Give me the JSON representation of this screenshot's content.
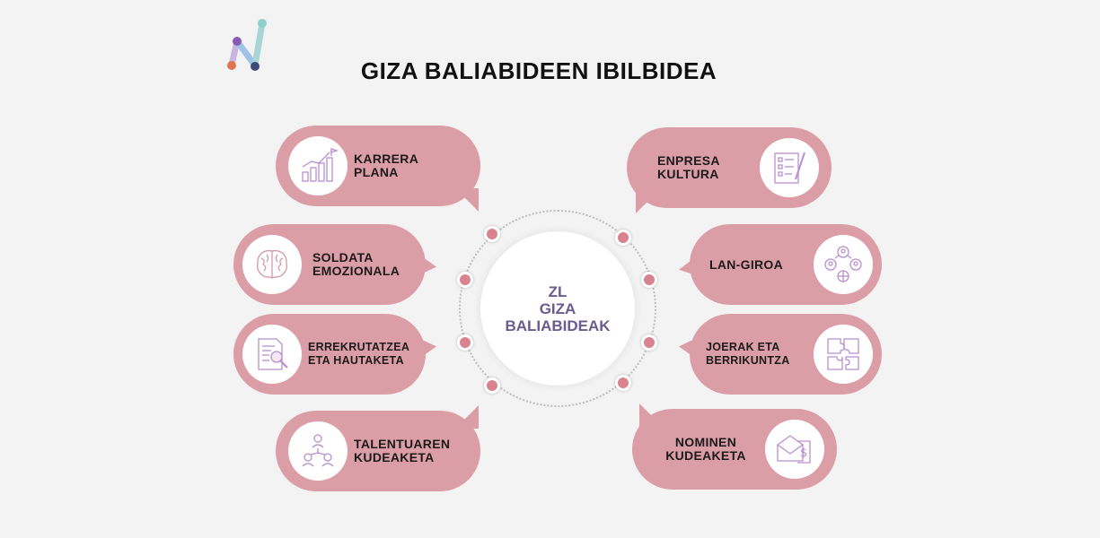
{
  "title": "GIZA BALIABIDEEN IBILBIDEA",
  "center": {
    "line1": "ZL",
    "line2": "GIZA",
    "line3": "BALIABIDEAK"
  },
  "left_items": [
    {
      "line1": "KARRERA",
      "line2": "PLANA",
      "icon": "growth-chart-icon"
    },
    {
      "line1": "SOLDATA",
      "line2": "EMOZIONALA",
      "icon": "brain-icon"
    },
    {
      "line1": "ERREKRUTATZEA",
      "line2": "ETA HAUTAKETA",
      "icon": "document-search-icon"
    },
    {
      "line1": "TALENTUAREN",
      "line2": "KUDEAKETA",
      "icon": "team-network-icon"
    }
  ],
  "right_items": [
    {
      "line1": "ENPRESA",
      "line2": "KULTURA",
      "icon": "checklist-icon"
    },
    {
      "line1": "LAN-GIROA",
      "line2": "",
      "icon": "people-globe-icon"
    },
    {
      "line1": "JOERAK ETA",
      "line2": "BERRIKUNTZA",
      "icon": "puzzle-icon"
    },
    {
      "line1": "NOMINEN",
      "line2": "KUDEAKETA",
      "icon": "payroll-envelope-icon"
    }
  ],
  "colors": {
    "pill": "#dc9ea6",
    "center_text": "#6b5b8e",
    "dot": "#d9838f",
    "icon_stroke": "#b98fcf"
  }
}
